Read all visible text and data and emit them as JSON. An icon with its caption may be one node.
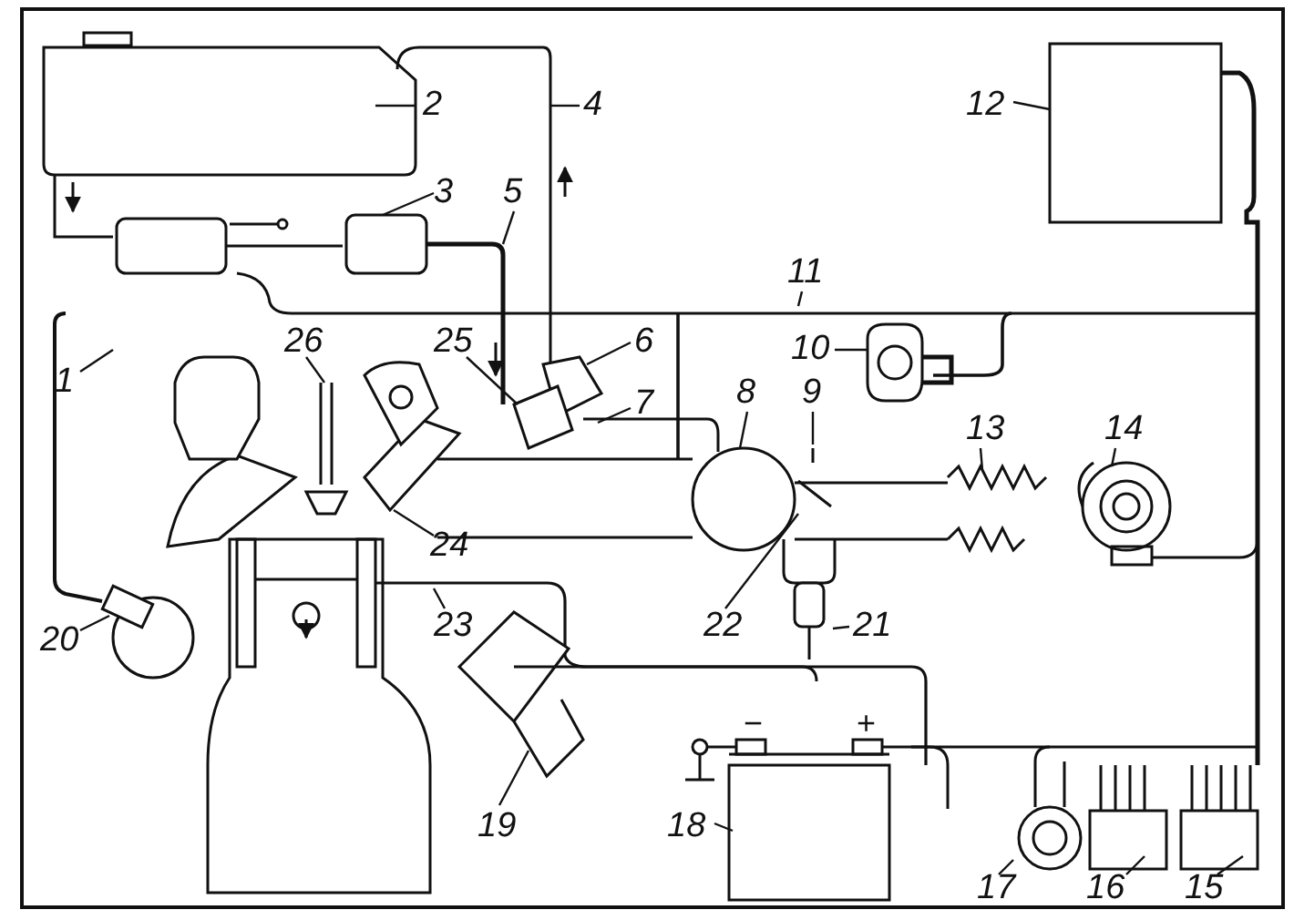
{
  "diagram": {
    "nodes": [
      {
        "text": [
          "1"
        ]
      },
      {
        "text": [
          "2"
        ]
      },
      {
        "text": [
          "3"
        ]
      },
      {
        "text": [
          "4"
        ]
      },
      {
        "text": [
          "5"
        ]
      },
      {
        "text": [
          "6"
        ]
      },
      {
        "text": [
          "7"
        ]
      },
      {
        "text": [
          "8"
        ]
      },
      {
        "text": [
          "9"
        ]
      },
      {
        "text": [
          "10"
        ]
      },
      {
        "text": [
          "11"
        ]
      },
      {
        "text": [
          "12"
        ]
      },
      {
        "text": [
          "13"
        ]
      },
      {
        "text": [
          "14"
        ]
      },
      {
        "text": [
          "15"
        ]
      },
      {
        "text": [
          "16"
        ]
      },
      {
        "text": [
          "17"
        ]
      },
      {
        "text": [
          "18"
        ]
      },
      {
        "text": [
          "19"
        ]
      },
      {
        "text": [
          "20"
        ]
      },
      {
        "text": [
          "21"
        ]
      },
      {
        "text": [
          "22"
        ]
      },
      {
        "text": [
          "23"
        ]
      },
      {
        "text": [
          "24"
        ]
      },
      {
        "text": [
          "25"
        ]
      },
      {
        "text": [
          "26"
        ]
      }
    ],
    "edges": [
      {
        "from": 0,
        "to": null,
        "arrow": "none"
      },
      {
        "from": 1,
        "to": null,
        "arrow": "none"
      },
      {
        "from": 2,
        "to": null,
        "arrow": "none"
      },
      {
        "from": 3,
        "to": null,
        "arrow": "none"
      },
      {
        "from": 4,
        "to": null,
        "arrow": "none"
      },
      {
        "from": 5,
        "to": null,
        "arrow": "none"
      },
      {
        "from": 6,
        "to": null,
        "arrow": "none"
      },
      {
        "from": 7,
        "to": null,
        "arrow": "none"
      },
      {
        "from": 8,
        "to": null,
        "arrow": "none"
      },
      {
        "from": 9,
        "to": null,
        "arrow": "none"
      },
      {
        "from": 10,
        "to": null,
        "arrow": "none"
      },
      {
        "from": 11,
        "to": null,
        "arrow": "none"
      },
      {
        "from": 12,
        "to": null,
        "arrow": "none"
      },
      {
        "from": 13,
        "to": null,
        "arrow": "none"
      },
      {
        "from": 14,
        "to": null,
        "arrow": "none"
      },
      {
        "from": 15,
        "to": null,
        "arrow": "none"
      },
      {
        "from": 16,
        "to": null,
        "arrow": "none"
      },
      {
        "from": 17,
        "to": null,
        "arrow": "none"
      },
      {
        "from": 18,
        "to": null,
        "arrow": "none"
      },
      {
        "from": 19,
        "to": null,
        "arrow": "none"
      },
      {
        "from": 20,
        "to": null,
        "arrow": "none"
      },
      {
        "from": 21,
        "to": null,
        "arrow": "none"
      },
      {
        "from": 22,
        "to": null,
        "arrow": "none"
      },
      {
        "from": 23,
        "to": null,
        "arrow": "none"
      },
      {
        "from": 24,
        "to": null,
        "arrow": "none"
      },
      {
        "from": 25,
        "to": null,
        "arrow": "none"
      }
    ],
    "labels": [
      "−",
      "+"
    ]
  }
}
